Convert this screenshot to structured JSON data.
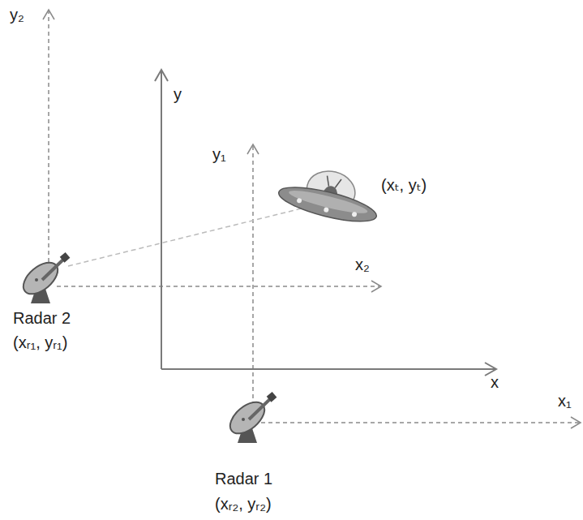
{
  "diagram": {
    "labels": [
      "y₂",
      "y",
      "y₁",
      "(xₜ, yₜ)",
      "x₂",
      "Radar 2",
      "(xᵣ₁, yᵣ₁)",
      "x",
      "x₁",
      "Radar 1",
      "(xᵣ₂, yᵣ₂)"
    ]
  }
}
